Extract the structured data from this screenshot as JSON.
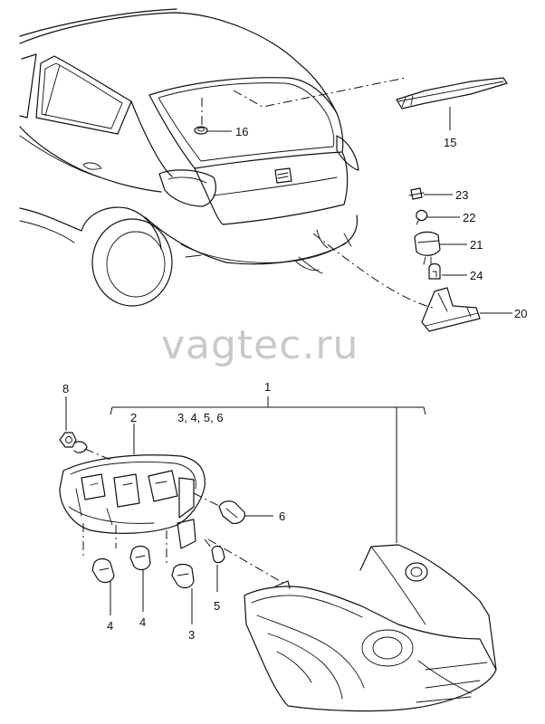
{
  "watermark": "vagtec.ru",
  "callouts": {
    "c1": "1",
    "c2": "2",
    "c3456": "3, 4, 5, 6",
    "c3": "3",
    "c4a": "4",
    "c4b": "4",
    "c5": "5",
    "c6": "6",
    "c8": "8",
    "c15": "15",
    "c16": "16",
    "c20": "20",
    "c21": "21",
    "c22": "22",
    "c23": "23",
    "c24": "24"
  }
}
